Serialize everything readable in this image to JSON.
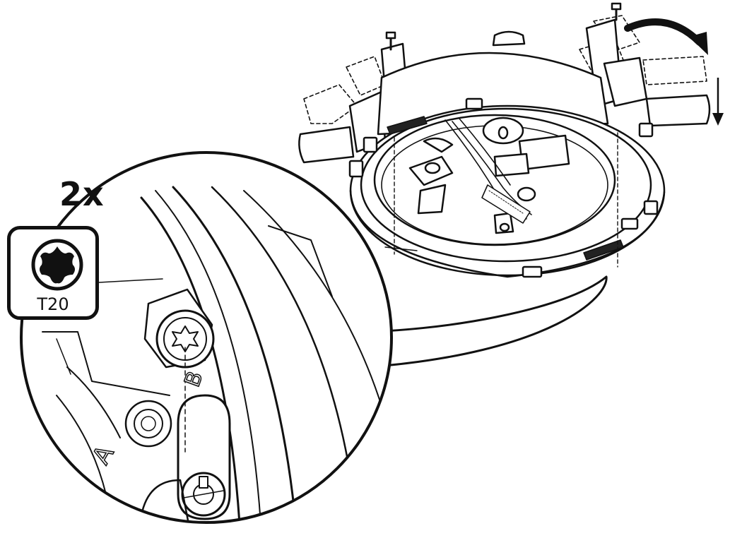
{
  "instruction": {
    "count": "2x",
    "tool_size": "T20"
  },
  "detail_labels": {
    "slot_a": "A",
    "slot_b": "B"
  },
  "colors": {
    "line": "#111111",
    "fill": "#ffffff",
    "dark_fill": "#222222"
  },
  "icons": {
    "tool": "torx-bit-icon",
    "rotate": "curved-arrow-icon",
    "down": "down-arrow-icon"
  }
}
